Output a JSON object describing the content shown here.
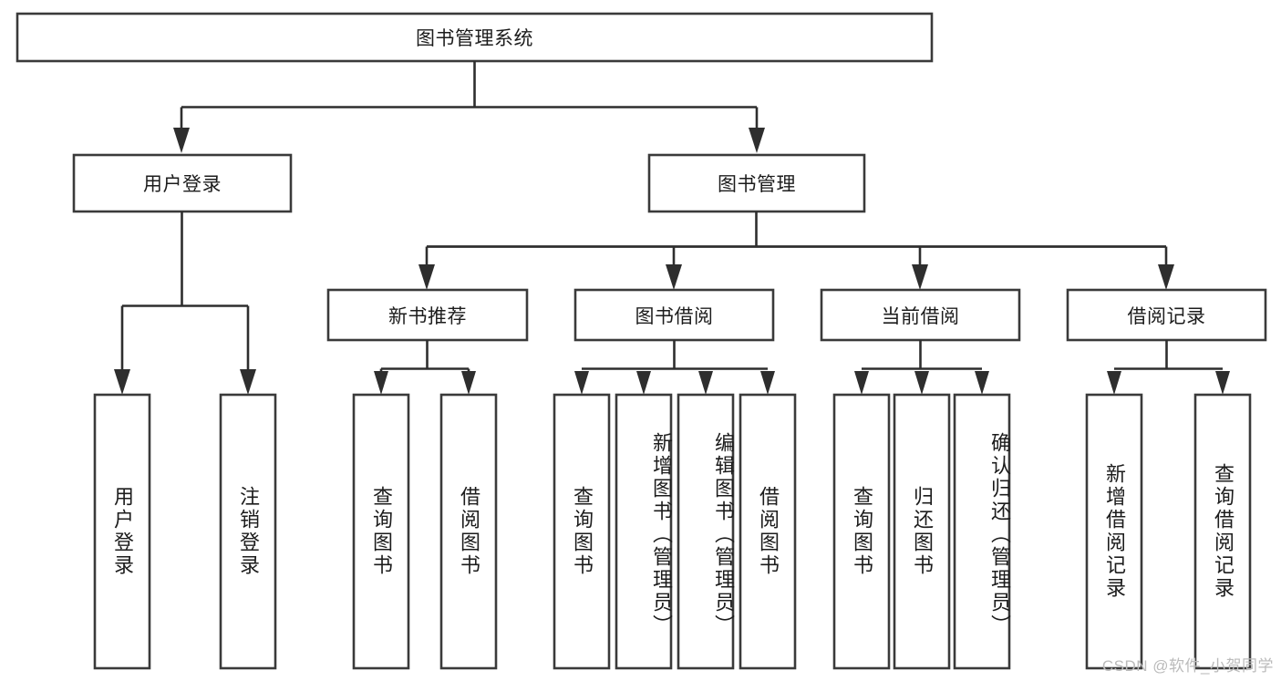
{
  "diagram": {
    "title_node": {
      "label": "图书管理系统"
    },
    "level2": [
      {
        "id": "user-login",
        "label": "用户登录"
      },
      {
        "id": "book-manage",
        "label": "图书管理"
      }
    ],
    "level3": [
      {
        "id": "new-book-recommend",
        "label": "新书推荐"
      },
      {
        "id": "book-borrow",
        "label": "图书借阅"
      },
      {
        "id": "current-borrow",
        "label": "当前借阅"
      },
      {
        "id": "borrow-record",
        "label": "借阅记录"
      }
    ],
    "leaves": {
      "user_login": [
        {
          "id": "leaf-user-login",
          "label": "用户登录"
        },
        {
          "id": "leaf-logout-login",
          "label": "注销登录"
        }
      ],
      "new_book_recommend": [
        {
          "id": "leaf-query-book-1",
          "label": "查询图书"
        },
        {
          "id": "leaf-borrow-book-1",
          "label": "借阅图书"
        }
      ],
      "book_borrow": [
        {
          "id": "leaf-query-book-2",
          "label": "查询图书"
        },
        {
          "id": "leaf-add-book",
          "label": "新增图书（管理员）"
        },
        {
          "id": "leaf-edit-book",
          "label": "编辑图书（管理员）"
        },
        {
          "id": "leaf-borrow-book-2",
          "label": "借阅图书"
        }
      ],
      "current_borrow": [
        {
          "id": "leaf-query-book-3",
          "label": "查询图书"
        },
        {
          "id": "leaf-return-book",
          "label": "归还图书"
        },
        {
          "id": "leaf-confirm-return",
          "label": "确认归还（管理员）"
        }
      ],
      "borrow_record": [
        {
          "id": "leaf-add-record",
          "label": "新增借阅记录"
        },
        {
          "id": "leaf-query-record",
          "label": "查询借阅记录"
        }
      ]
    },
    "watermark": "CSDN @软件_小贺同学",
    "colors": {
      "box_stroke": "#3a3a3a",
      "connector": "#2e2e2e",
      "box_fill": "#ffffff",
      "text": "#1c1c1c",
      "watermark": "#bbbbbb",
      "background": "#ffffff"
    }
  }
}
